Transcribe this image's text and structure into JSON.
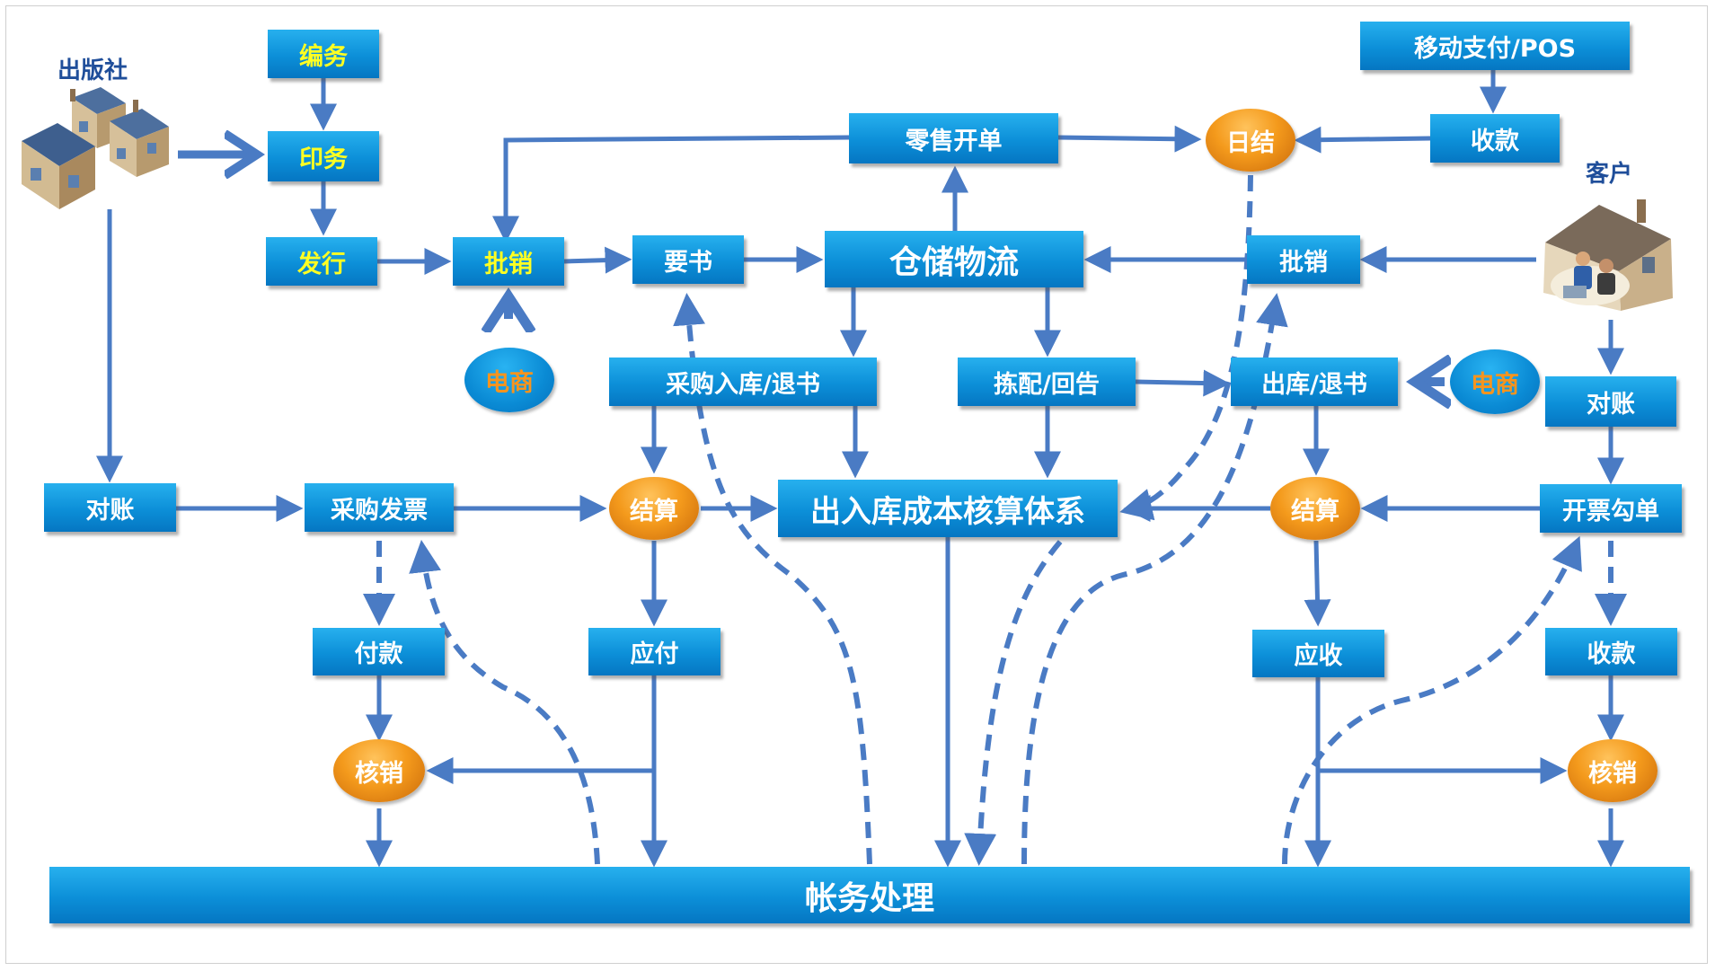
{
  "labels": {
    "publisher": "出版社",
    "customer": "客户"
  },
  "nodes": {
    "editorial": "编务",
    "printing": "印务",
    "distribution": "发行",
    "wholesale_left": "批销",
    "order_books": "要书",
    "warehouse": "仓储物流",
    "retail_order": "零售开单",
    "daily_close": "日结",
    "mobile_pay": "移动支付/POS",
    "collect_cash": "收款",
    "wholesale_right": "批销",
    "ecommerce_left": "电商",
    "purchase_in": "采购入库/退书",
    "picking": "拣配/回告",
    "outbound": "出库/退书",
    "ecommerce_right": "电商",
    "reconcile_right": "对账",
    "reconcile_left": "对账",
    "purchase_invoice": "采购发票",
    "settle_left": "结算",
    "cost_system": "出入库成本核算体系",
    "settle_right": "结算",
    "invoice_tick": "开票勾单",
    "payment": "付款",
    "payable": "应付",
    "receivable": "应收",
    "receipt": "收款",
    "writeoff_left": "核销",
    "writeoff_right": "核销",
    "accounting": "帐务处理"
  },
  "icons": {
    "publisher": "houses-icon",
    "customer": "house-with-people-icon"
  },
  "colors": {
    "box_top": "#27b0ee",
    "box_bottom": "#0576c2",
    "box_text": "#ffffff",
    "highlight_text": "#ffff22",
    "ecommerce_text": "#f7941e",
    "oval_orange": "#f49a1c",
    "arrow": "#4a7bc4",
    "label": "#1f4e9a"
  }
}
